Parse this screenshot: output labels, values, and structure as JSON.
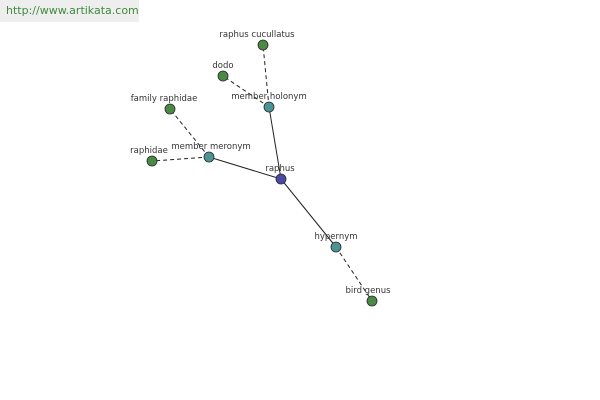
{
  "banner": {
    "url": "http://www.artikata.com"
  },
  "colors": {
    "center_node": "#4a4aa6",
    "relation_node": "#4c9494",
    "leaf_node": "#4a8a45",
    "node_stroke": "#2a2a2a",
    "edge": "#222222",
    "banner_text": "#3f8a3f",
    "banner_bg": "#eeeeee"
  },
  "graph": {
    "nodes": [
      {
        "id": "raphus",
        "label": "raphus",
        "kind": "center"
      },
      {
        "id": "member-holonym",
        "label": "member holonym",
        "kind": "relation"
      },
      {
        "id": "member-meronym",
        "label": "member meronym",
        "kind": "relation"
      },
      {
        "id": "hypernym",
        "label": "hypernym",
        "kind": "relation"
      },
      {
        "id": "raphus-cucullatus",
        "label": "raphus cucullatus",
        "kind": "leaf"
      },
      {
        "id": "dodo",
        "label": "dodo",
        "kind": "leaf"
      },
      {
        "id": "family-raphidae",
        "label": "family raphidae",
        "kind": "leaf"
      },
      {
        "id": "raphidae",
        "label": "raphidae",
        "kind": "leaf"
      },
      {
        "id": "bird-genus",
        "label": "bird genus",
        "kind": "leaf"
      }
    ],
    "edges": [
      {
        "from": "raphus",
        "to": "member-holonym",
        "style": "solid"
      },
      {
        "from": "raphus",
        "to": "member-meronym",
        "style": "solid"
      },
      {
        "from": "raphus",
        "to": "hypernym",
        "style": "solid"
      },
      {
        "from": "member-holonym",
        "to": "raphus-cucullatus",
        "style": "dashed"
      },
      {
        "from": "member-holonym",
        "to": "dodo",
        "style": "dashed"
      },
      {
        "from": "member-meronym",
        "to": "family-raphidae",
        "style": "dashed"
      },
      {
        "from": "member-meronym",
        "to": "raphidae",
        "style": "dashed"
      },
      {
        "from": "hypernym",
        "to": "bird-genus",
        "style": "dashed"
      }
    ]
  }
}
